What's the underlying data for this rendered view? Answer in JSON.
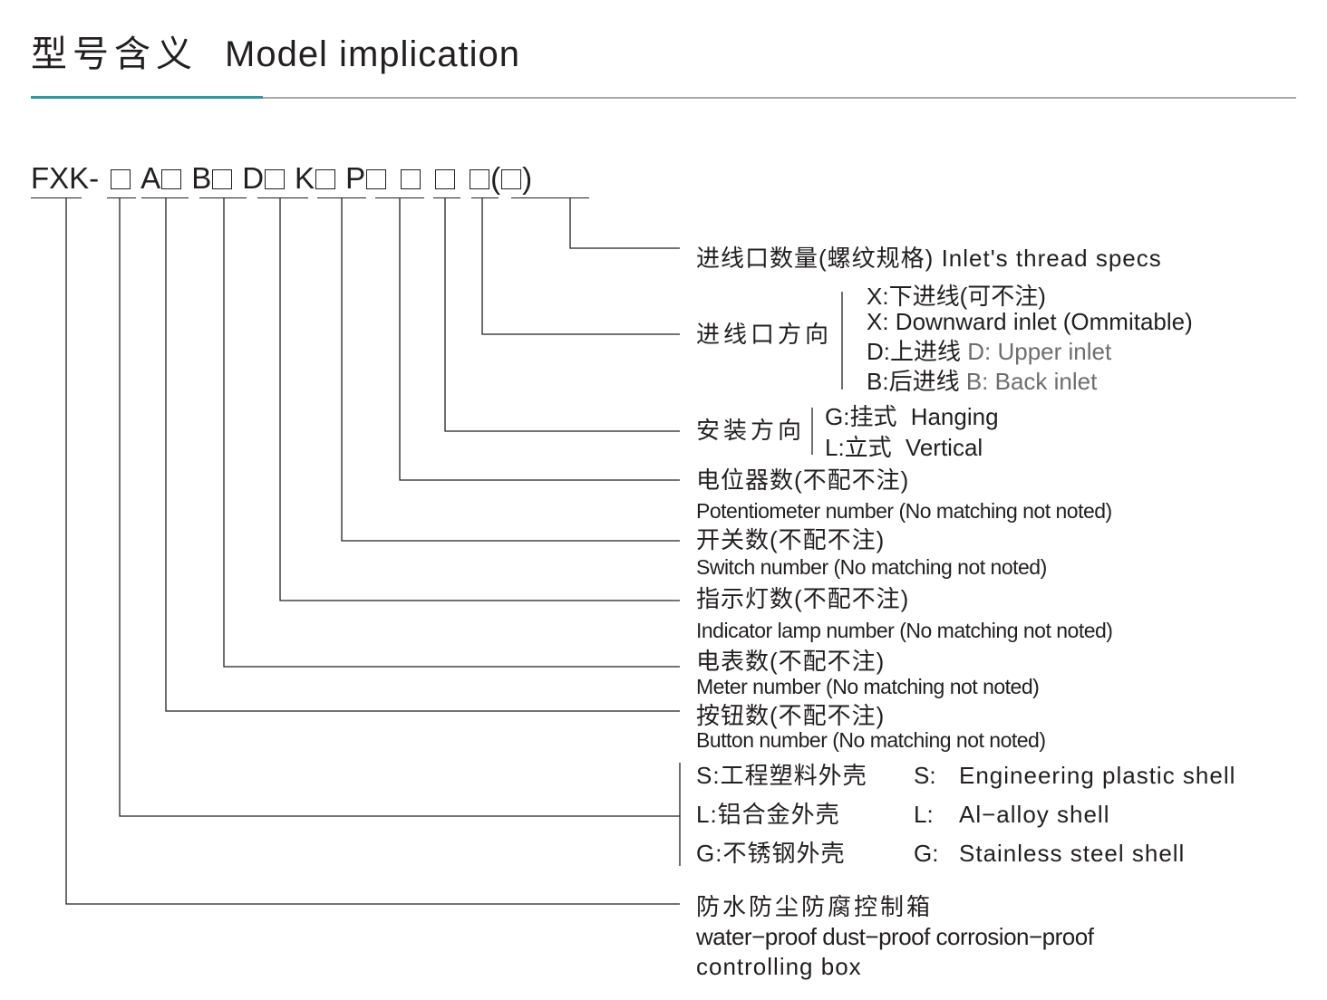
{
  "header": {
    "title_cn": "型号含义",
    "title_en": "Model implication",
    "accent_color": "#2b9aa4",
    "rule_color": "#a7a9ac"
  },
  "code": {
    "prefix": "FXK-",
    "seg_a": "A",
    "seg_b": "B",
    "seg_d": "D",
    "seg_k": "K",
    "seg_p": "P",
    "paren_open": "(",
    "paren_close": ")"
  },
  "items": {
    "thread": {
      "cn": "进线口数量(螺纹规格)",
      "en": "Inlet's thread specs"
    },
    "inlet_dir": {
      "cn": "进线口方向",
      "opt1": "X:下进线(可不注)",
      "opt1_en": "X: Downward inlet (Ommitable)",
      "opt2": "D:上进线",
      "opt2_en": "D: Upper inlet",
      "opt3": "B:后进线",
      "opt3_en": "B: Back inlet"
    },
    "install_dir": {
      "cn": "安装方向",
      "opt1": "G:挂式",
      "opt1_en": "Hanging",
      "opt2": "L:立式",
      "opt2_en": "Vertical"
    },
    "potentiometer": {
      "cn": "电位器数(不配不注)",
      "en": "Potentiometer number (No matching not noted)"
    },
    "switch": {
      "cn": "开关数(不配不注)",
      "en": "Switch number (No matching not noted)"
    },
    "lamp": {
      "cn": "指示灯数(不配不注)",
      "en": "Indicator lamp number (No matching not noted)"
    },
    "meter": {
      "cn": "电表数(不配不注)",
      "en": "Meter number (No matching not noted)"
    },
    "button": {
      "cn": "按钮数(不配不注)",
      "en": "Button number (No matching not noted)"
    },
    "shell": {
      "s_cn": "S:工程塑料外壳",
      "s_code": "S:",
      "s_en": "Engineering plastic shell",
      "l_cn": "L:铝合金外壳",
      "l_code": "L:",
      "l_en": "Al−alloy shell",
      "g_cn": "G:不锈钢外壳",
      "g_code": "G:",
      "g_en": "Stainless steel shell"
    },
    "box": {
      "cn": "防水防尘防腐控制箱",
      "en1": "water−proof dust−proof  corrosion−proof",
      "en2": "controlling box"
    }
  }
}
